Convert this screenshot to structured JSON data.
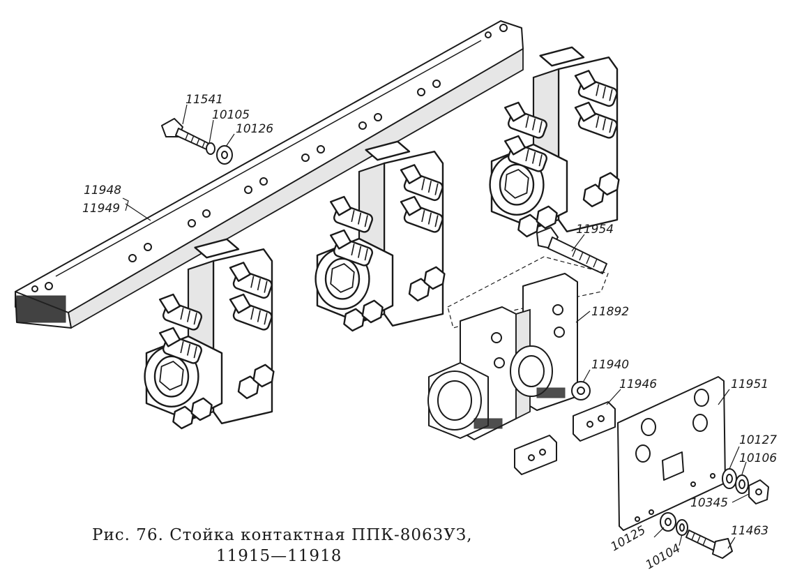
{
  "caption": {
    "line1": "Рис. 76. Стойка контактная ППК-8063УЗ,",
    "line2": "11915—11918"
  },
  "labels": {
    "bolt_small": "11541",
    "lock_washer_top": "10105",
    "flat_washer_top": "10126",
    "bar_a": "11948",
    "bar_b": "11949",
    "long_bolt": "11954",
    "contact_pair": "11892",
    "spring_washer": "11940",
    "insulator_block": "11946",
    "plate": "11951",
    "washer_right": "10127",
    "lock_washer_right": "10106",
    "nut": "10345",
    "washer_bottom": "10125",
    "lock_washer_bottom": "10104",
    "bolt_bottom": "11463"
  }
}
